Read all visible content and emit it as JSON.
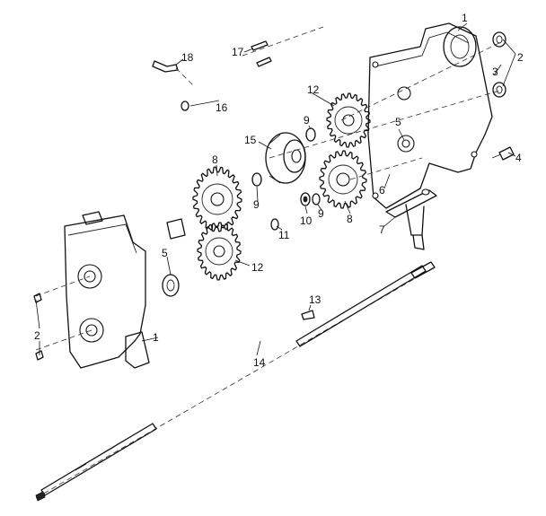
{
  "callouts": {
    "c1_top": "1",
    "c1_bottom": "1",
    "c2_top": "2",
    "c2_bottom": "2",
    "c3": "3",
    "c4": "4",
    "c5_upper": "5",
    "c5_lower": "5",
    "c6": "6",
    "c7": "7",
    "c8_left": "8",
    "c8_right": "8",
    "c9_a": "9",
    "c9_b": "9",
    "c9_c": "9",
    "c10": "10",
    "c11": "11",
    "c12_top": "12",
    "c12_bottom": "12",
    "c13": "13",
    "c14": "14",
    "c15": "15",
    "c16": "16",
    "c17": "17",
    "c18": "18"
  }
}
